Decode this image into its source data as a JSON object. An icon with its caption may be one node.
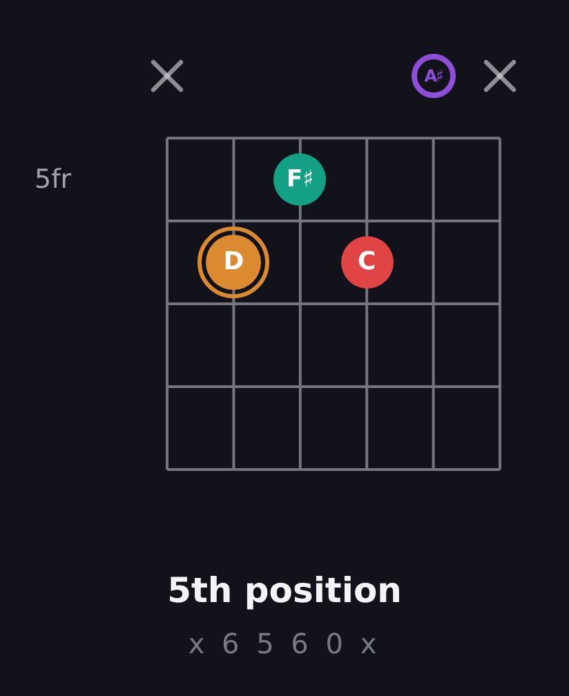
{
  "diagram": {
    "title": "5th position",
    "nodes": [
      {
        "text": [
          "A♯"
        ]
      },
      {
        "text": [
          "F♯"
        ]
      },
      {
        "text": [
          "D"
        ]
      },
      {
        "text": [
          "C"
        ]
      }
    ],
    "labels": [
      "5fr",
      "x 6 5 6 0 x"
    ]
  }
}
